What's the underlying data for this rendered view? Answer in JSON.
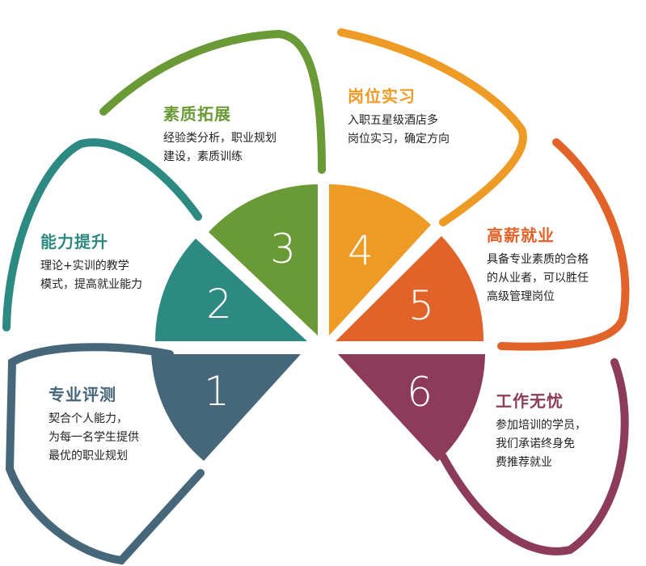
{
  "colors": {
    "s1": "#456779",
    "s2": "#2d8a83",
    "s3": "#6a9a36",
    "s4": "#ee9b26",
    "s5": "#e2632a",
    "s6": "#8c3b5a"
  },
  "segments": [
    {
      "number": "1",
      "title": "专业评测",
      "lines": [
        "契合个人能力，",
        "为每一名学生提供",
        "最优的职业规划"
      ]
    },
    {
      "number": "2",
      "title": "能力提升",
      "lines": [
        "理论+实训的教学",
        "模式，提高就业能力"
      ]
    },
    {
      "number": "3",
      "title": "素质拓展",
      "lines": [
        "经验类分析，职业规划",
        "建设，素质训练"
      ]
    },
    {
      "number": "4",
      "title": "岗位实习",
      "lines": [
        "入职五星级酒店多",
        "岗位实习，确定方向"
      ]
    },
    {
      "number": "5",
      "title": "高薪就业",
      "lines": [
        "具备专业素质的合格",
        "的从业者，可以胜任",
        "高级管理岗位"
      ]
    },
    {
      "number": "6",
      "title": "工作无忧",
      "lines": [
        "参加培训的学员，",
        "我们承诺终身免",
        "费推荐就业"
      ]
    }
  ]
}
